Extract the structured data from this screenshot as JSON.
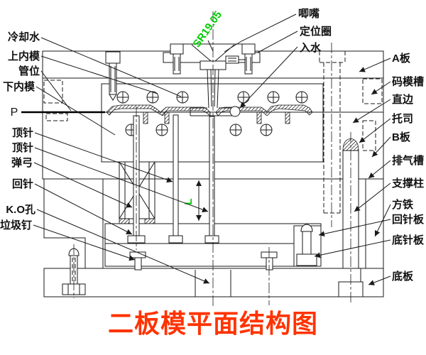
{
  "title": "二板模平面结构图",
  "annotations": {
    "sphere_radius": "SR19.05",
    "length_dim": "L",
    "parting_mark": "P"
  },
  "labels": {
    "left": [
      "冷却水",
      "上内模",
      "管位",
      "下内模",
      "顶针",
      "顶针",
      "弹弓",
      "回针",
      "K.O孔",
      "垃圾钉"
    ],
    "top": [
      "唧嘴",
      "定位圈",
      "入水"
    ],
    "right": [
      "A板",
      "码模槽",
      "直边",
      "托司",
      "B板",
      "排气槽",
      "支撑柱",
      "方铁",
      "回针板",
      "底针板",
      "底板"
    ]
  },
  "colors": {
    "line": "#1a1a1a",
    "dimension_green": "#00cc00",
    "title_red": "#ff3300",
    "background": "#ffffff"
  }
}
